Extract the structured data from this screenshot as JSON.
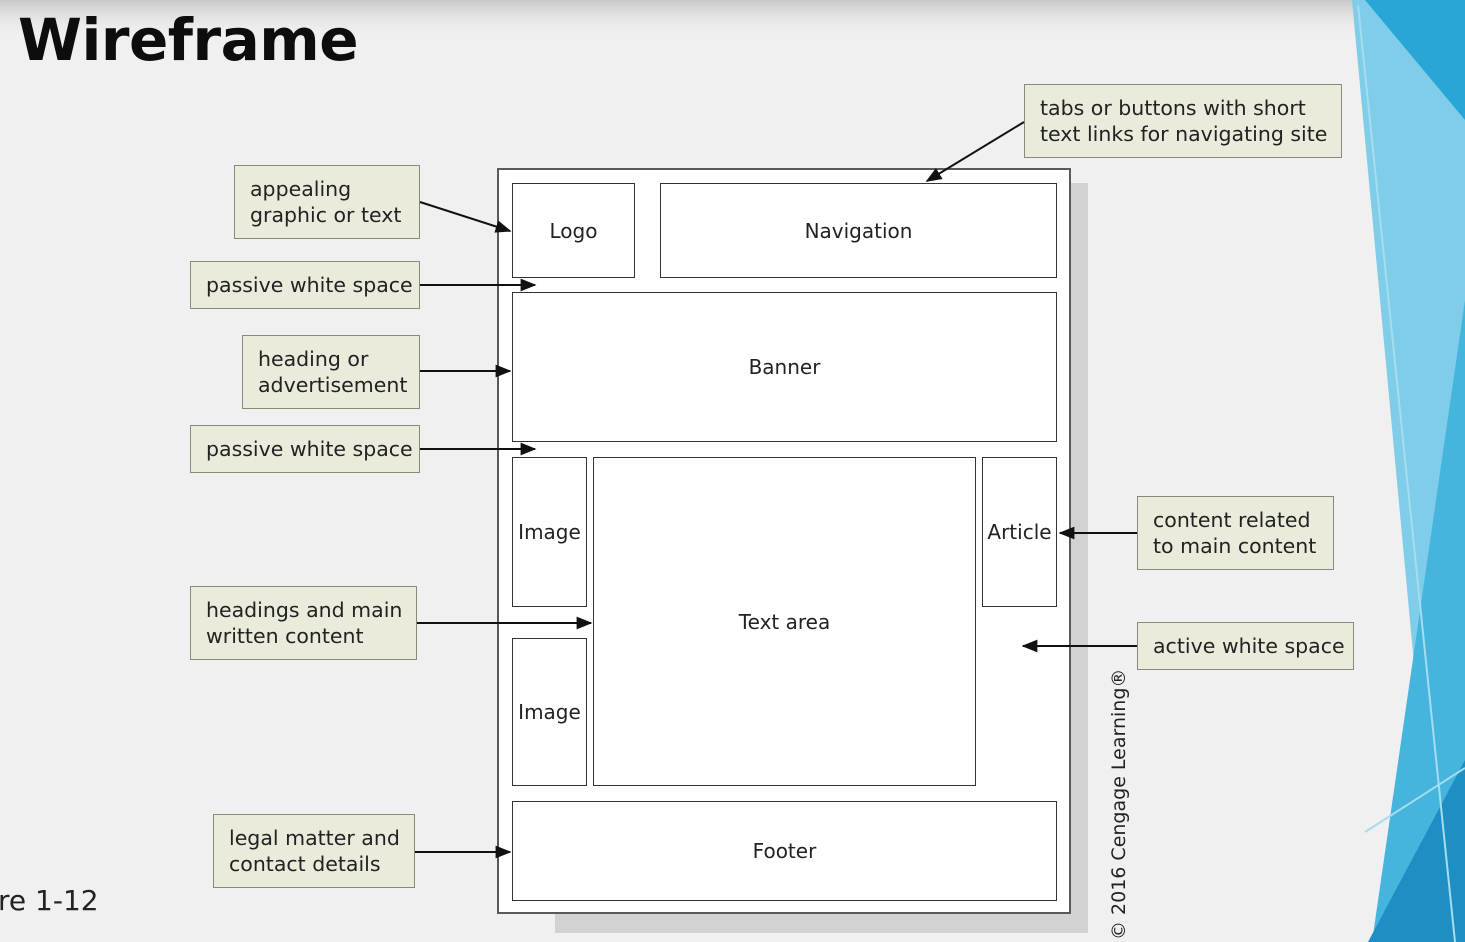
{
  "slide": {
    "title": "Wireframe",
    "figure_label": "re 1-12"
  },
  "wireframe": {
    "logo": "Logo",
    "navigation": "Navigation",
    "banner": "Banner",
    "image_top": "Image",
    "text_area": "Text area",
    "article": "Article",
    "image_bottom": "Image",
    "footer": "Footer"
  },
  "callouts": {
    "nav": [
      "tabs or buttons with short",
      "text links for navigating site"
    ],
    "logo": [
      "appealing",
      "graphic or text"
    ],
    "passive_top": [
      "passive white space"
    ],
    "banner": [
      "heading or",
      "advertisement"
    ],
    "passive_mid": [
      "passive white space"
    ],
    "text_area": [
      "headings and main",
      "written content"
    ],
    "footer": [
      "legal matter and",
      "contact details"
    ],
    "article": [
      "content related",
      "to main content"
    ],
    "active": [
      "active white space"
    ]
  },
  "credit": "© 2016 Cengage Learning®",
  "colors": {
    "background": "#f0f0f0",
    "callout_fill": "#ebebdc",
    "accent_blue": "#2aa6d6"
  }
}
